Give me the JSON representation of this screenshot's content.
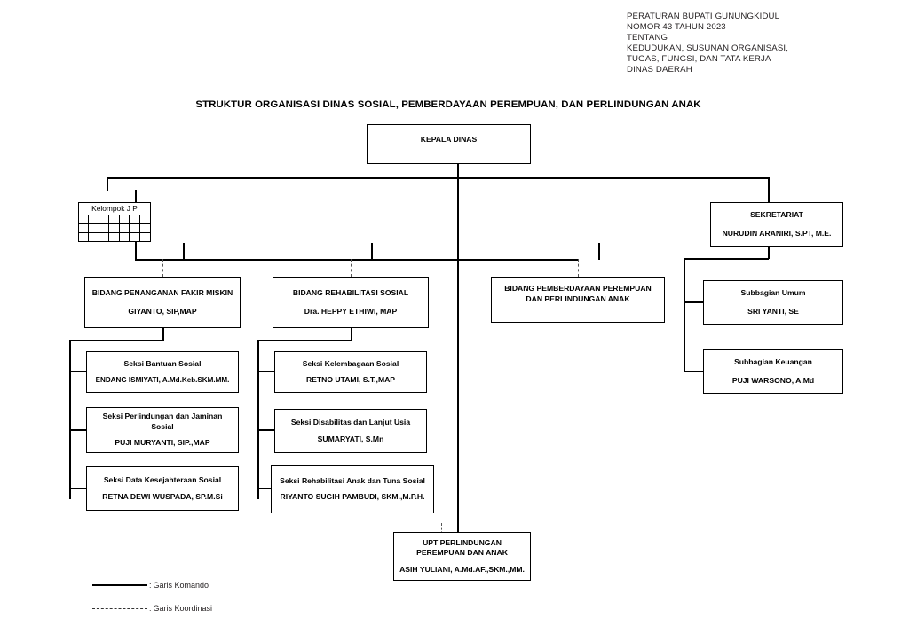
{
  "document": {
    "regulation_header": [
      "PERATURAN BUPATI GUNUNGKIDUL",
      "NOMOR 43 TAHUN 2023",
      "TENTANG",
      "KEDUDUKAN, SUSUNAN ORGANISASI,",
      "TUGAS, FUNGSI, DAN TATA KERJA",
      "DINAS DAERAH"
    ],
    "title": "STRUKTUR ORGANISASI DINAS SOSIAL, PEMBERDAYAAN PEREMPUAN, DAN PERLINDUNGAN ANAK"
  },
  "chart_data": {
    "type": "diagram",
    "diagram_kind": "organizational-chart",
    "nodes": [
      {
        "id": "kepala_dinas",
        "title": "KEPALA DINAS",
        "name": "",
        "level": 0
      },
      {
        "id": "kelompok_jp",
        "title": "Kelompok J P",
        "name": "",
        "level": 1
      },
      {
        "id": "sekretariat",
        "title": "SEKRETARIAT",
        "name": "NURUDIN ARANIRI, S.PT, M.E.",
        "level": 1
      },
      {
        "id": "subbagian_umum",
        "title": "Subbagian Umum",
        "name": "SRI YANTI, SE",
        "level": 2
      },
      {
        "id": "subbagian_keuangan",
        "title": "Subbagian Keuangan",
        "name": "PUJI WARSONO, A.Md",
        "level": 2
      },
      {
        "id": "bidang_fakir_miskin",
        "title": "BIDANG PENANGANAN FAKIR MISKIN",
        "name": "GIYANTO, SIP,MAP",
        "level": 2
      },
      {
        "id": "bidang_rehabilitasi",
        "title": "BIDANG REHABILITASI SOSIAL",
        "name": "Dra. HEPPY ETHIWI, MAP",
        "level": 2
      },
      {
        "id": "bidang_pemberdayaan",
        "title": "BIDANG PEMBERDAYAAN PEREMPUAN DAN PERLINDUNGAN ANAK",
        "name": "",
        "level": 2
      },
      {
        "id": "seksi_bantuan_sosial",
        "title": "Seksi Bantuan Sosial",
        "name": "ENDANG ISMIYATI, A.Md.Keb.SKM.MM.",
        "level": 3
      },
      {
        "id": "seksi_perlindungan_jaminan",
        "title": "Seksi Perlindungan dan Jaminan Sosial",
        "name": "PUJI MURYANTI, SIP.,MAP",
        "level": 3
      },
      {
        "id": "seksi_data_kesejahteraan",
        "title": "Seksi Data Kesejahteraan Sosial",
        "name": "RETNA DEWI WUSPADA, SP.M.Si",
        "level": 3
      },
      {
        "id": "seksi_kelembagaan",
        "title": "Seksi Kelembagaan Sosial",
        "name": "RETNO UTAMI, S.T.,MAP",
        "level": 3
      },
      {
        "id": "seksi_disabilitas",
        "title": "Seksi Disabilitas dan Lanjut Usia",
        "name": "SUMARYATI, S.Mn",
        "level": 3
      },
      {
        "id": "seksi_rehabilitasi_anak",
        "title": "Seksi Rehabilitasi Anak dan Tuna Sosial",
        "name": "RIYANTO SUGIH PAMBUDI, SKM.,M.P.H.",
        "level": 3
      },
      {
        "id": "upt",
        "title": "UPT PERLINDUNGAN PEREMPUAN DAN ANAK",
        "name": "ASIH YULIANI, A.Md.AF.,SKM.,MM.",
        "level": 3
      }
    ],
    "edges": [
      {
        "from": "kepala_dinas",
        "to": "kelompok_jp",
        "style": "dashed"
      },
      {
        "from": "kepala_dinas",
        "to": "sekretariat",
        "style": "solid"
      },
      {
        "from": "kepala_dinas",
        "to": "bidang_fakir_miskin",
        "style": "dashed"
      },
      {
        "from": "kepala_dinas",
        "to": "bidang_rehabilitasi",
        "style": "dashed"
      },
      {
        "from": "kepala_dinas",
        "to": "bidang_pemberdayaan",
        "style": "dashed"
      },
      {
        "from": "kepala_dinas",
        "to": "upt",
        "style": "solid"
      },
      {
        "from": "sekretariat",
        "to": "subbagian_umum",
        "style": "solid"
      },
      {
        "from": "sekretariat",
        "to": "subbagian_keuangan",
        "style": "solid"
      },
      {
        "from": "bidang_fakir_miskin",
        "to": "seksi_bantuan_sosial",
        "style": "solid"
      },
      {
        "from": "bidang_fakir_miskin",
        "to": "seksi_perlindungan_jaminan",
        "style": "solid"
      },
      {
        "from": "bidang_fakir_miskin",
        "to": "seksi_data_kesejahteraan",
        "style": "solid"
      },
      {
        "from": "bidang_rehabilitasi",
        "to": "seksi_kelembagaan",
        "style": "solid"
      },
      {
        "from": "bidang_rehabilitasi",
        "to": "seksi_disabilitas",
        "style": "solid"
      },
      {
        "from": "bidang_rehabilitasi",
        "to": "seksi_rehabilitasi_anak",
        "style": "solid"
      }
    ]
  },
  "boxes": {
    "kepala_dinas": {
      "title": "KEPALA DINAS",
      "name": ""
    },
    "kelompok_jp": {
      "title": "Kelompok J P",
      "rows": 3,
      "cols": 7
    },
    "sekretariat": {
      "title": "SEKRETARIAT",
      "name": "NURUDIN ARANIRI, S.PT, M.E."
    },
    "subbagian_umum": {
      "title": "Subbagian Umum",
      "name": "SRI YANTI, SE"
    },
    "subbagian_keuangan": {
      "title": "Subbagian Keuangan",
      "name": "PUJI WARSONO, A.Md"
    },
    "bidang_fakir_miskin": {
      "title": "BIDANG PENANGANAN FAKIR MISKIN",
      "name": "GIYANTO, SIP,MAP"
    },
    "bidang_rehabilitasi": {
      "title": "BIDANG REHABILITASI SOSIAL",
      "name": "Dra. HEPPY ETHIWI, MAP"
    },
    "bidang_pemberdayaan": {
      "title": "BIDANG PEMBERDAYAAN PEREMPUAN DAN PERLINDUNGAN ANAK",
      "name": ""
    },
    "seksi_bantuan_sosial": {
      "title": "Seksi Bantuan Sosial",
      "name": "ENDANG ISMIYATI, A.Md.Keb.SKM.MM."
    },
    "seksi_perlindungan_jaminan": {
      "title": "Seksi Perlindungan dan Jaminan Sosial",
      "name": "PUJI MURYANTI, SIP.,MAP"
    },
    "seksi_data_kesejahteraan": {
      "title": "Seksi Data Kesejahteraan Sosial",
      "name": "RETNA DEWI WUSPADA, SP.M.Si"
    },
    "seksi_kelembagaan": {
      "title": "Seksi Kelembagaan Sosial",
      "name": "RETNO UTAMI, S.T.,MAP"
    },
    "seksi_disabilitas": {
      "title": "Seksi Disabilitas dan Lanjut Usia",
      "name": "SUMARYATI, S.Mn"
    },
    "seksi_rehabilitasi_anak": {
      "title": "Seksi Rehabilitasi Anak dan Tuna Sosial",
      "name": "RIYANTO SUGIH PAMBUDI, SKM.,M.P.H."
    },
    "upt": {
      "title": "UPT PERLINDUNGAN PEREMPUAN DAN ANAK",
      "name": "ASIH YULIANI, A.Md.AF.,SKM.,MM."
    }
  },
  "legend": {
    "komando": "Garis Komando",
    "koordinasi": "Garis Koordinasi",
    "separator": ":"
  }
}
